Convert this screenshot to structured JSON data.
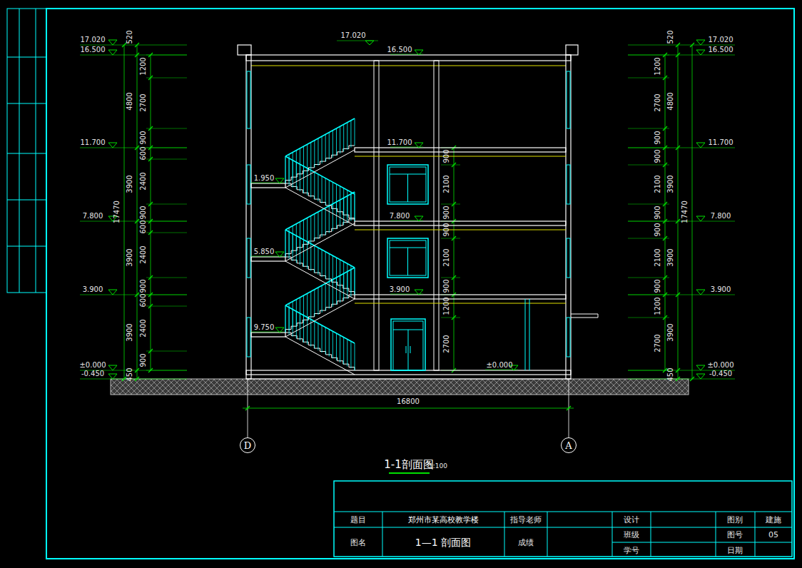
{
  "diagram": {
    "title": "1-1剖面图",
    "nodes": [
      {
        "text": [
          "D"
        ]
      },
      {
        "text": [
          "A"
        ]
      }
    ],
    "labels": [
      "17.020",
      "16.500",
      "11.700",
      "7.800",
      "3.900",
      "±0.000",
      "-0.450",
      "520",
      "4800",
      "3900",
      "3900",
      "3900",
      "450",
      "17470",
      "1200",
      "2700",
      "900",
      "600",
      "2400",
      "900",
      "600",
      "2400",
      "900",
      "600",
      "2400",
      "900",
      "17.020",
      "16.500",
      "11.700",
      "9.750",
      "7.800",
      "5.850",
      "3.900",
      "1.950",
      "±0.000",
      "900",
      "2100",
      "900",
      "900",
      "2100",
      "900",
      "1200",
      "2700",
      "1200",
      "2700",
      "900",
      "900",
      "2100",
      "900",
      "900",
      "2100",
      "900",
      "1200",
      "2700",
      "520",
      "4800",
      "3900",
      "3900",
      "3900",
      "450",
      "17470",
      "17.020",
      "16.500",
      "11.700",
      "7.800",
      "3.900",
      "±0.000",
      "-0.450",
      "16800",
      "1:100",
      "题目",
      "郑州市某高校教学楼",
      "指导老师",
      "设计",
      "图别",
      "建施",
      "图名",
      "1—1 剖面图",
      "成绩",
      "班级",
      "图号",
      "05",
      "学号",
      "日期"
    ]
  }
}
